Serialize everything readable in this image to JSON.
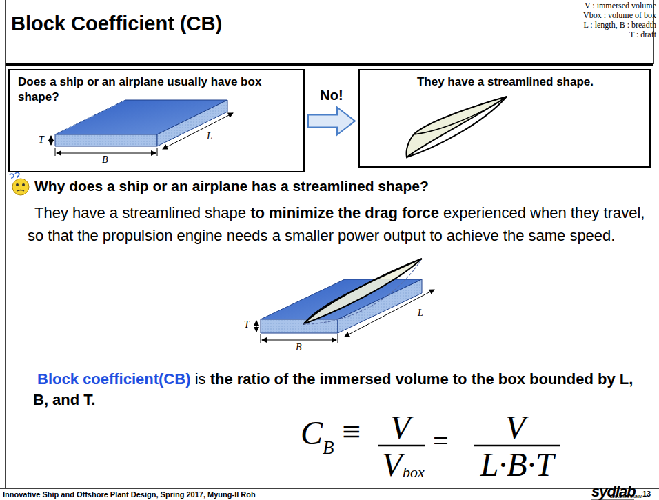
{
  "diagram": {
    "title": "Block Coefficient (CB)",
    "nodes": [
      {
        "text": [
          "Does a ship or an airplane usually have box shape?"
        ]
      },
      {
        "text": [
          "They have a streamlined shape."
        ]
      }
    ],
    "edges": [
      {
        "from": 0,
        "to": 1,
        "arrow": "to",
        "label": "No!"
      }
    ],
    "labels": [
      "V : immersed volume",
      "Vbox : volume of box",
      "L : length, B : breadth",
      "T : draft",
      "T",
      "L",
      "B",
      "Why does a ship or an airplane has a streamlined shape?",
      "They have a streamlined shape",
      "to minimize the drag force",
      "experienced when they travel, so that the propulsion engine needs a smaller power output to achieve the same speed.",
      "T",
      "L",
      "B",
      "Block coefficient(CB)",
      "is",
      "the ratio of the immersed volume to the box bounded by L, B, and T.",
      "C",
      "B",
      "≡",
      "V",
      "V",
      "box",
      "=",
      "V",
      "L·B·T",
      "Innovative Ship and Offshore Plant Design, Spring 2017, Myung-Il Roh",
      "sydlab",
      "SEOUL NAT'L UNIV.",
      "13"
    ]
  }
}
